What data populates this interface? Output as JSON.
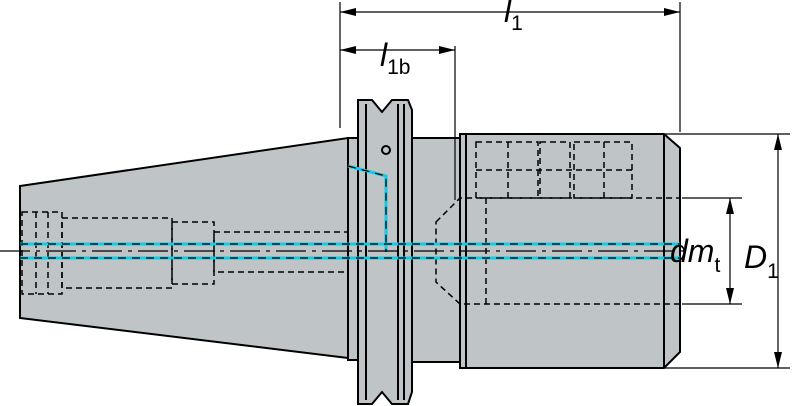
{
  "labels": {
    "l1": {
      "main": "l",
      "sub": "1"
    },
    "l1b": {
      "main": "l",
      "sub": "1b"
    },
    "dmt": {
      "main": "dm",
      "sub": "t"
    },
    "D1": {
      "main": "D",
      "sub": "1"
    }
  },
  "colors": {
    "body": "#bfc5c6",
    "coolant": "#16c9e6",
    "outline": "#000000",
    "background": "#ffffff"
  }
}
